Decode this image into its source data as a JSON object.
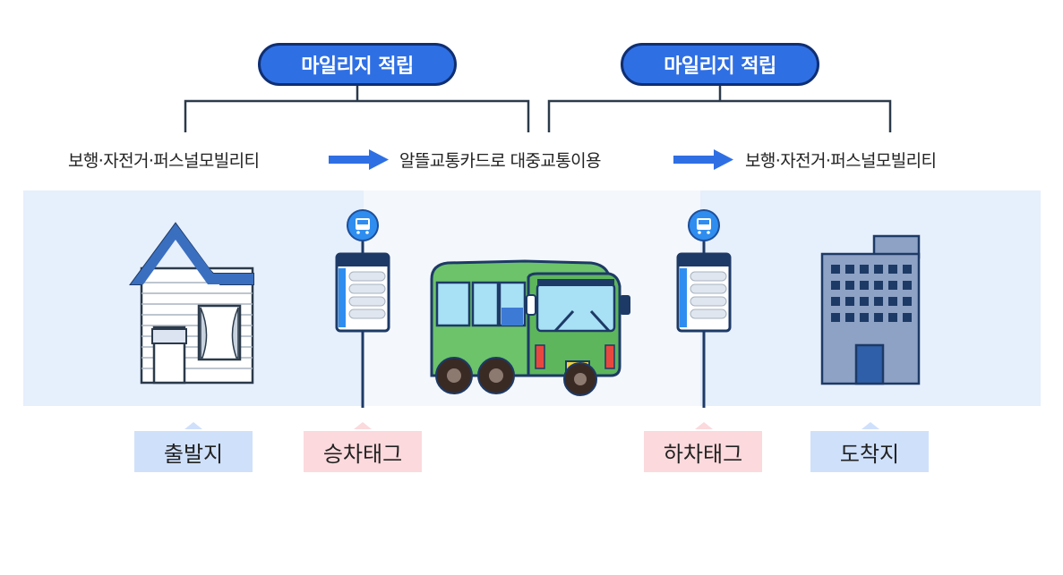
{
  "badges": [
    {
      "label": "마일리지 적립"
    },
    {
      "label": "마일리지 적립"
    }
  ],
  "steps": [
    {
      "label": "보행·자전거·퍼스널모빌리티"
    },
    {
      "label": "알뜰교통카드로 대중교통이용"
    },
    {
      "label": "보행·자전거·퍼스널모빌리티"
    }
  ],
  "locations": [
    {
      "label": "출발지",
      "color": "#cfe0fb"
    },
    {
      "label": "승차태그",
      "color": "#fbd9dc"
    },
    {
      "label": "하차태그",
      "color": "#fbd9dc"
    },
    {
      "label": "도착지",
      "color": "#cfe0fb"
    }
  ],
  "colors": {
    "badge_fill": "#2f6fe4",
    "badge_border": "#0f2f72",
    "arrow": "#2f6fe4",
    "bus": "#6cc36a",
    "zone_blue": "#e6effc",
    "zone_white": "#f7f9fc"
  }
}
